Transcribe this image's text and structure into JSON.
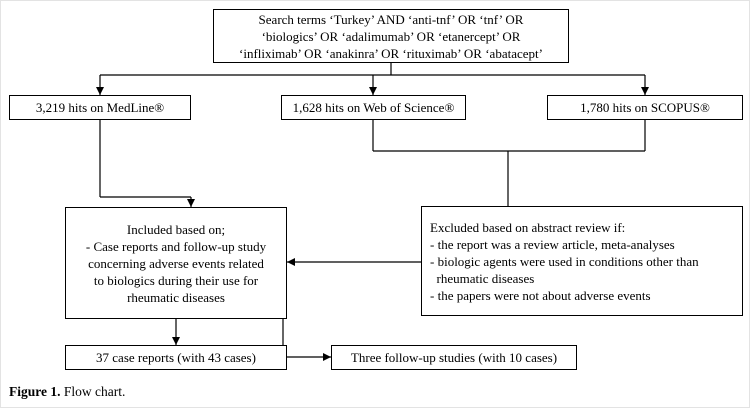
{
  "palette": {
    "line_color": "#000000",
    "box_border": "#000000",
    "background": "#ffffff",
    "text_color": "#000000"
  },
  "flowchart": {
    "search_box": {
      "text": "Search terms ‘Turkey’ AND ‘anti-tnf’ OR ‘tnf’ OR\n‘biologics’ OR ‘adalimumab’ OR ‘etanercept’ OR\n‘infliximab’ OR ‘anakinra’ OR ‘rituximab’ OR ‘abatacept’"
    },
    "medline_box": {
      "text": "3,219 hits on MedLine®"
    },
    "wos_box": {
      "text": "1,628 hits on Web of Science®"
    },
    "scopus_box": {
      "text": "1,780 hits on SCOPUS®"
    },
    "included_box": {
      "text": "Included based on;\n- Case reports and follow-up study\nconcerning adverse events related\nto biologics during their use for\nrheumatic diseases"
    },
    "excluded_box": {
      "text": "Excluded based on abstract review if:\n- the report was a review article, meta-analyses\n- biologic agents were used in conditions other than\n  rheumatic diseases\n- the papers were not about adverse events"
    },
    "case_reports_box": {
      "text": "37 case reports (with 43 cases)"
    },
    "followup_box": {
      "text": "Three follow-up studies (with 10 cases)"
    }
  },
  "caption": {
    "label": "Figure 1.",
    "text": " Flow chart."
  }
}
